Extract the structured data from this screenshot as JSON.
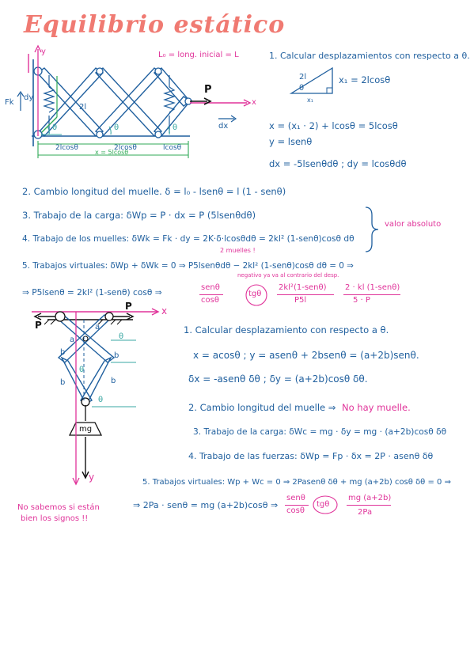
{
  "title": "Equilibrio estático",
  "p1": {
    "lo_note": "L₀ = long. inicial = L",
    "label_l": "2l",
    "label_fk": "Fk",
    "label_dy": "dy",
    "label_p": "P",
    "label_x": "x",
    "label_y": "y",
    "label_theta": "θ",
    "label_dx": "dx",
    "dim1": "2lcosθ",
    "dim2": "2lcosθ",
    "dim3": "lcosθ",
    "dim_total": "x = 5lcosθ",
    "step1": "1. Calcular desplazamientos con respecto a θ.",
    "tri_hyp": "2l",
    "tri_angle": "θ",
    "tri_base": "x₁",
    "xeq": "x₁ = 2lcosθ",
    "x_def": "x = (x₁ · 2) + lcosθ = 5lcosθ",
    "y_def": "y = lsenθ",
    "diffs": "dx = -5lsenθdθ ;  dy = lcosθdθ",
    "step2": "2. Cambio longitud del muelle.   δ = l₀ - lsenθ = l (1 - senθ)",
    "step3": "3. Trabajo de la carga:  δWp = P · dx = P (5lsenθdθ)",
    "step4": "4. Trabajo de los muelles:  δWk = Fk · dy = 2K·δ·lcosθdθ = 2kl² (1-senθ)cosθ dθ",
    "muelles_note": "2 muelles !",
    "abs_note": "valor absoluto",
    "step5": "5. Trabajos virtuales:  δWp + δWk = 0 ⇒ P5lsenθdθ − 2kl² (1-senθ)cosθ dθ = 0 ⇒",
    "neg_note": "negativo ya va al contrario del desp.",
    "step5b": "⇒ P5lsenθ = 2kl² (1-senθ) cosθ  ⇒",
    "frac_left_num": "senθ",
    "frac_left_den": "cosθ",
    "tg": "tgθ",
    "frac_mid_num": "2kl²(1-senθ)",
    "frac_mid_den": "P5l",
    "frac_right_num": "2 · kl (1-senθ)",
    "frac_right_den": "5 · P"
  },
  "p2": {
    "label_p_left": "P",
    "label_p_right": "P",
    "label_x": "x",
    "label_y": "y",
    "label_a": "a",
    "label_b": "b",
    "label_theta": "θ",
    "label_mg": "mg",
    "step1": "1. Calcular desplazamiento con respecto a θ.",
    "xy": "x = acosθ ;  y = asenθ + 2bsenθ = (a+2b)senθ.",
    "deltas": "δx = -asenθ δθ   ;  δy = (a+2b)cosθ δθ.",
    "step2": "2. Cambio longitud del muelle ⇒",
    "no_muelle": "No hay muelle.",
    "step3": "3. Trabajo de la carga:  δWc = mg · δy = mg · (a+2b)cosθ δθ",
    "step4": "4. Trabajo de las fuerzas:  δWp = Fp · δx = 2P · asenθ δθ",
    "step5": "5. Trabajos virtuales:  Wp + Wc = 0 ⇒ 2Pasenθ δθ + mg (a+2b) cosθ δθ = 0 ⇒",
    "step5b": "⇒ 2Pa · senθ = mg (a+2b)cosθ ⇒",
    "frac1_num": "senθ",
    "frac1_den": "cosθ",
    "tg": "tgθ",
    "frac2_num": "mg (a+2b)",
    "frac2_den": "2Pa",
    "margin_note_1": "No sabemos si están",
    "margin_note_2": "bien los signos !!"
  },
  "colors": {
    "title": "#f07a72",
    "ink": "#1f5f9e",
    "pink": "#e0349a",
    "green": "#2faa55",
    "teal": "#3aa7a3"
  }
}
